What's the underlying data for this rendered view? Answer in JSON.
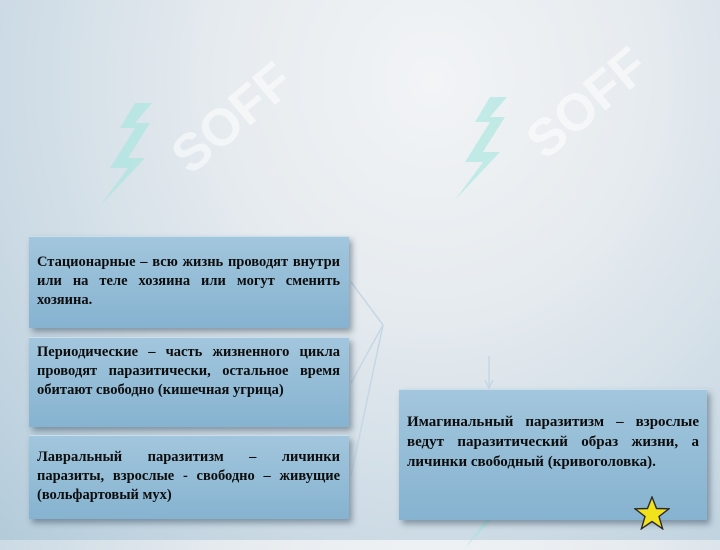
{
  "watermark": {
    "text": "SOFF",
    "color": "#ffffff",
    "accent": "#8fe0d8"
  },
  "cards": {
    "stationary": "Стационарные – всю жизнь проводят внутри или на теле хозяина или могут сменить хозяина.",
    "periodic": "Периодические – часть жизненного цикла проводят паразитически, остальное время обитают свободно (кишечная угрица)",
    "larval": "Лавральный паразитизм – личинки паразиты, взрослые - свободно – живущие (вольфартовый мух)",
    "imaginal": "Имагинальный паразитизм – взрослые ведут паразитический образ жизни, а личинки свободный (кривоголовка)."
  },
  "colors": {
    "card": "#95bdd8",
    "star": "#f2e21b",
    "connector": "#c5d7e4"
  },
  "icons": {
    "star": "star-icon",
    "watermark": "soff-logo"
  }
}
